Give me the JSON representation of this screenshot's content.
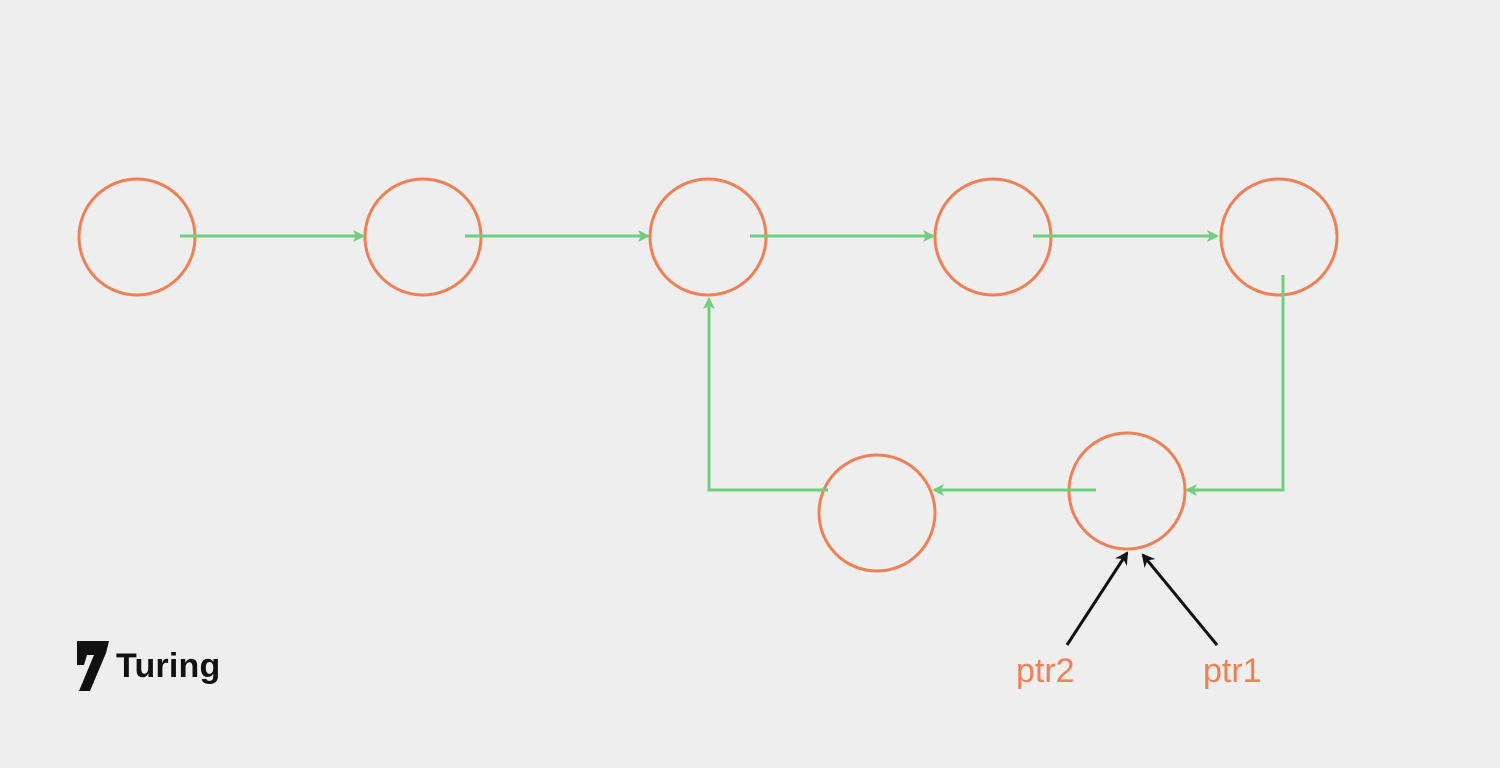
{
  "colors": {
    "background": "#eeeeee",
    "node_stroke": "#ee8056",
    "edge": "#6fcf7c",
    "pointer_arrow": "#111111",
    "pointer_label": "#ee8056",
    "brand": "#111111"
  },
  "diagram": {
    "type": "linked-list-with-cycle",
    "node_count": 7,
    "pointers": [
      {
        "id": "ptr2",
        "label": "ptr2",
        "target_node": 5
      },
      {
        "id": "ptr1",
        "label": "ptr1",
        "target_node": 5
      }
    ]
  },
  "brand": {
    "name": "Turing",
    "logo_icon": "turing-7-logo"
  }
}
